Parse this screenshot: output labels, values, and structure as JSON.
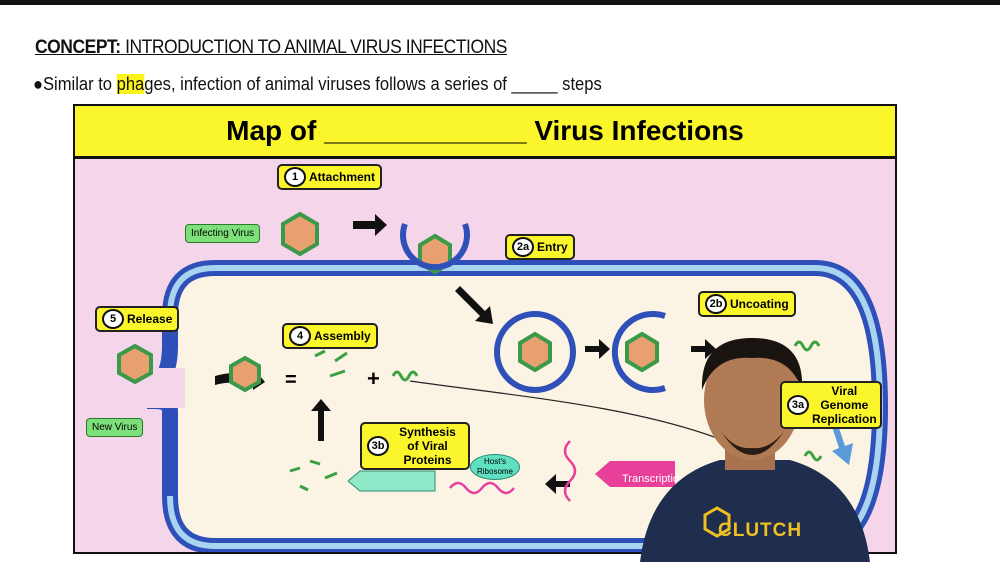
{
  "concept": {
    "label": "CONCEPT:",
    "title": "INTRODUCTION TO ANIMAL VIRUS INFECTIONS"
  },
  "bullet": {
    "prefix": "●Similar to ",
    "highlight": "pha",
    "rest": "ges, infection of animal viruses follows a series of _____ steps"
  },
  "diagram": {
    "title": "Map of _____________ Virus Infections",
    "steps": {
      "attachment": {
        "num": "1",
        "label": "Attachment"
      },
      "entry": {
        "num": "2a",
        "label": "Entry"
      },
      "uncoating": {
        "num": "2b",
        "label": "Uncoating"
      },
      "replication": {
        "num": "3a",
        "label": "Viral Genome Replication"
      },
      "synthesis": {
        "num": "3b",
        "label": "Synthesis of Viral Proteins"
      },
      "assembly": {
        "num": "4",
        "label": "Assembly"
      },
      "release": {
        "num": "5",
        "label": "Release"
      }
    },
    "infecting_virus": "Infecting Virus",
    "new_virus": "New Virus",
    "ribosome": "Host's Ribosome",
    "transcription": "Transcription",
    "equals": "=",
    "plus": "+"
  },
  "presenter": {
    "shirt_logo": "CLUTCH"
  },
  "colors": {
    "yellow": "#fbf62c",
    "pink_bg": "#f5d5ea",
    "membrane": "#2f50b8",
    "cytoplasm": "#fbf3e4"
  }
}
